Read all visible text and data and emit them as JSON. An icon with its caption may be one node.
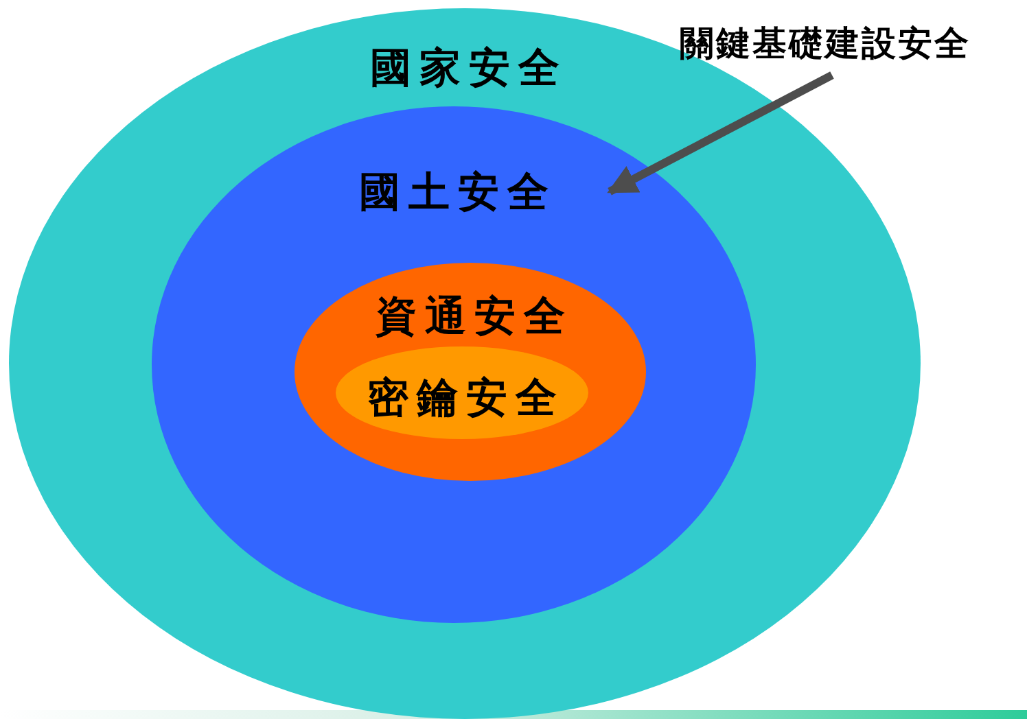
{
  "diagram": {
    "nodes": [
      {
        "text": [
          "國家安全"
        ]
      },
      {
        "text": [
          "國土安全"
        ],
        "in": 0
      },
      {
        "text": [
          "資通安全"
        ],
        "in": 1
      },
      {
        "text": [
          "密鑰安全"
        ],
        "in": 2
      },
      {
        "text": [
          "關鍵基礎建設安全"
        ]
      }
    ],
    "edges": [
      {
        "from": 4,
        "to": 1,
        "arrow": "to",
        "color": "#4d4d4d"
      }
    ]
  }
}
